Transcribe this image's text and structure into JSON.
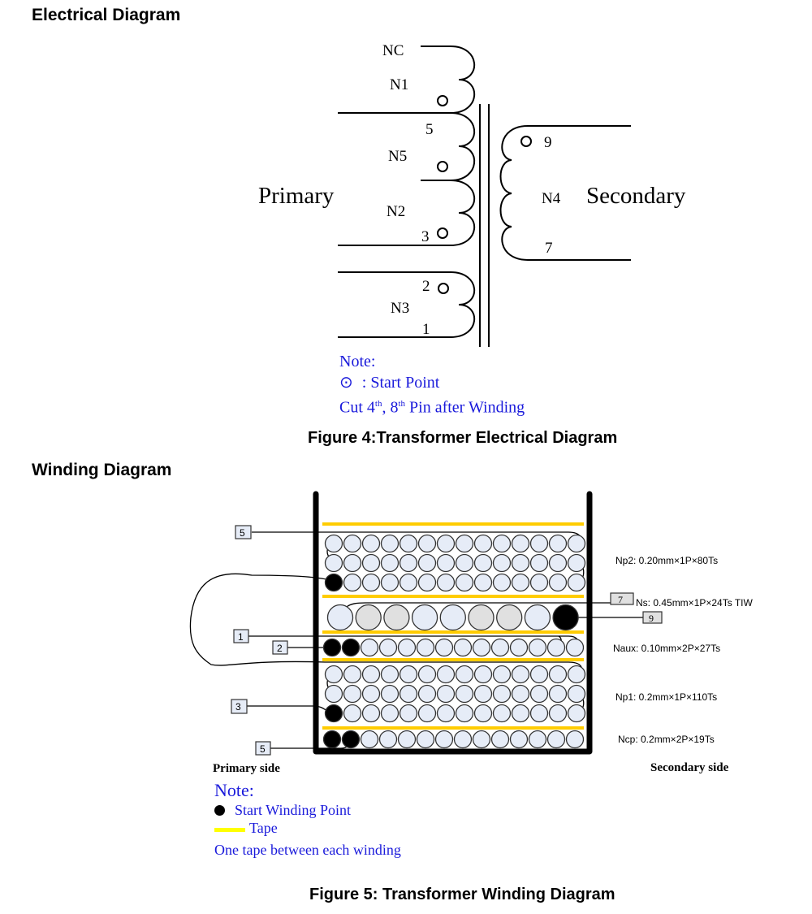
{
  "sections": {
    "electrical_heading": "Electrical Diagram",
    "winding_heading": "Winding Diagram"
  },
  "electrical": {
    "primary_label": "Primary",
    "secondary_label": "Secondary",
    "winding_labels": [
      "NC",
      "N1",
      "N5",
      "N2",
      "N3",
      "N4"
    ],
    "pin_labels": {
      "p5": "5",
      "p3": "3",
      "p2": "2",
      "p1": "1",
      "p9": "9",
      "p7": "7"
    },
    "note": {
      "title": "Note:",
      "start_point_symbol": "⊙",
      "start_point_text": ": Start Point",
      "cut_prefix": "Cut 4",
      "cut_sup1": "th",
      "cut_mid": ", 8",
      "cut_sup2": "th",
      "cut_suffix": " Pin after Winding"
    },
    "caption": "Figure 4:Transformer Electrical Diagram"
  },
  "winding": {
    "pins": {
      "top5": "5",
      "p1": "1",
      "p2": "2",
      "p3": "3",
      "bottom5": "5",
      "p7": "7",
      "p9": "9"
    },
    "layers": [
      {
        "name": "Np2",
        "spec": "Np2: 0.20mm×1P×80Ts"
      },
      {
        "name": "Ns",
        "spec": "Ns: 0.45mm×1P×24Ts TIW"
      },
      {
        "name": "Naux",
        "spec": "Naux: 0.10mm×2P×27Ts"
      },
      {
        "name": "Np1",
        "spec": "Np1: 0.2mm×1P×110Ts"
      },
      {
        "name": "Ncp",
        "spec": "Ncp: 0.2mm×2P×19Ts"
      }
    ],
    "primary_side_label": "Primary side",
    "secondary_side_label": "Secondary side",
    "note": {
      "title": "Note:",
      "start_winding": "Start Winding Point",
      "tape": "Tape",
      "rule": "One tape between each winding"
    },
    "colors": {
      "tape": "#ffcc00",
      "wire_fill": "#e6ecf7",
      "wire_fill_alt": "#e0e0e0",
      "start_fill": "#000000",
      "note_text": "#1a1adb",
      "legend_tape": "#ffff00"
    },
    "caption": "Figure 5: Transformer Winding Diagram"
  }
}
